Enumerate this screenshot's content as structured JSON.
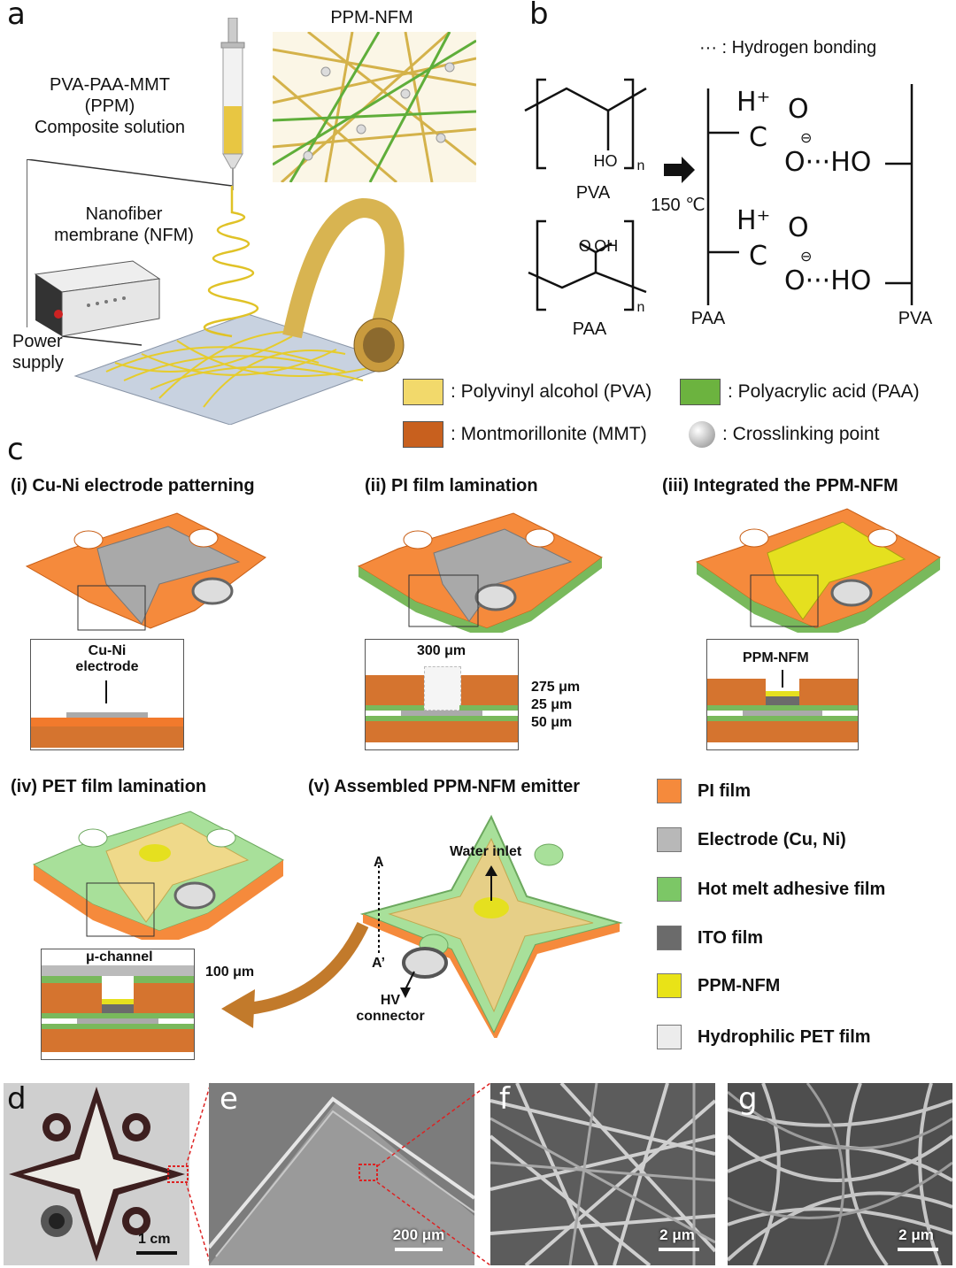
{
  "panels": {
    "a": "a",
    "b": "b",
    "c": "c",
    "d": "d",
    "e": "e",
    "f": "f",
    "g": "g"
  },
  "panel_a": {
    "ppm_nfm_label": "PPM-NFM",
    "solution_line1": "PVA-PAA-MMT",
    "solution_line2": "(PPM)",
    "solution_line3": "Composite solution",
    "nfm_line1": "Nanofiber",
    "nfm_line2": "membrane (NFM)",
    "power_line1": "Power",
    "power_line2": "supply"
  },
  "panel_b": {
    "hbond_legend": "··· : Hydrogen bonding",
    "pva_label": "PVA",
    "paa_label": "PAA",
    "ho": "HO",
    "n1": "n",
    "n2": "n",
    "o_oh": "O OH",
    "temp": "150 ℃",
    "h_plus_1": "H⁺",
    "h_plus_2": "H⁺",
    "o1": "O",
    "o2": "O",
    "c1": "C",
    "c2": "C",
    "ominus_1": "O···HO",
    "ominus_2": "O···HO",
    "minus": "⊖",
    "paa_right": "PAA",
    "pva_right": "PVA"
  },
  "materials_legend": [
    {
      "label": ": Polyvinyl alcohol (PVA)",
      "color": "#f2d96b"
    },
    {
      "label": ": Polyacrylic acid (PAA)",
      "color": "#6cb33f"
    },
    {
      "label": ": Montmorillonite (MMT)",
      "color": "#c8601e"
    },
    {
      "label": ": Crosslinking point",
      "color": "#bbbbbb"
    }
  ],
  "steps": {
    "i": "(i) Cu-Ni electrode patterning",
    "ii": "(ii) PI film lamination",
    "iii": "(iii) Integrated the PPM-NFM",
    "iv": "(iv) PET film lamination",
    "v": "(v) Assembled PPM-NFM emitter"
  },
  "insets": {
    "cu_ni_1": "Cu-Ni",
    "cu_ni_2": "electrode",
    "w300": "300 μm",
    "t275": "275 μm",
    "t25": "25 μm",
    "t50": "50 μm",
    "ppm_nfm": "PPM-NFM",
    "u_channel": "μ-channel",
    "t100": "100 μm"
  },
  "assembled": {
    "water_inlet": "Water inlet",
    "a": "A",
    "a_prime": "A’",
    "hv1": "HV",
    "hv2": "connector"
  },
  "layer_legend": [
    {
      "label": "PI film",
      "color": "#f58a3c"
    },
    {
      "label": "Electrode (Cu, Ni)",
      "color": "#b8b8b8"
    },
    {
      "label": "Hot melt adhesive film",
      "color": "#7cc766"
    },
    {
      "label": "ITO film",
      "color": "#6b6b6b"
    },
    {
      "label": "PPM-NFM",
      "color": "#e9e317"
    },
    {
      "label": "Hydrophilic PET film",
      "color": "#ececec"
    }
  ],
  "scale_bars": {
    "d": "1 cm",
    "e": "200 μm",
    "f": "2 μm",
    "g": "2 μm"
  }
}
